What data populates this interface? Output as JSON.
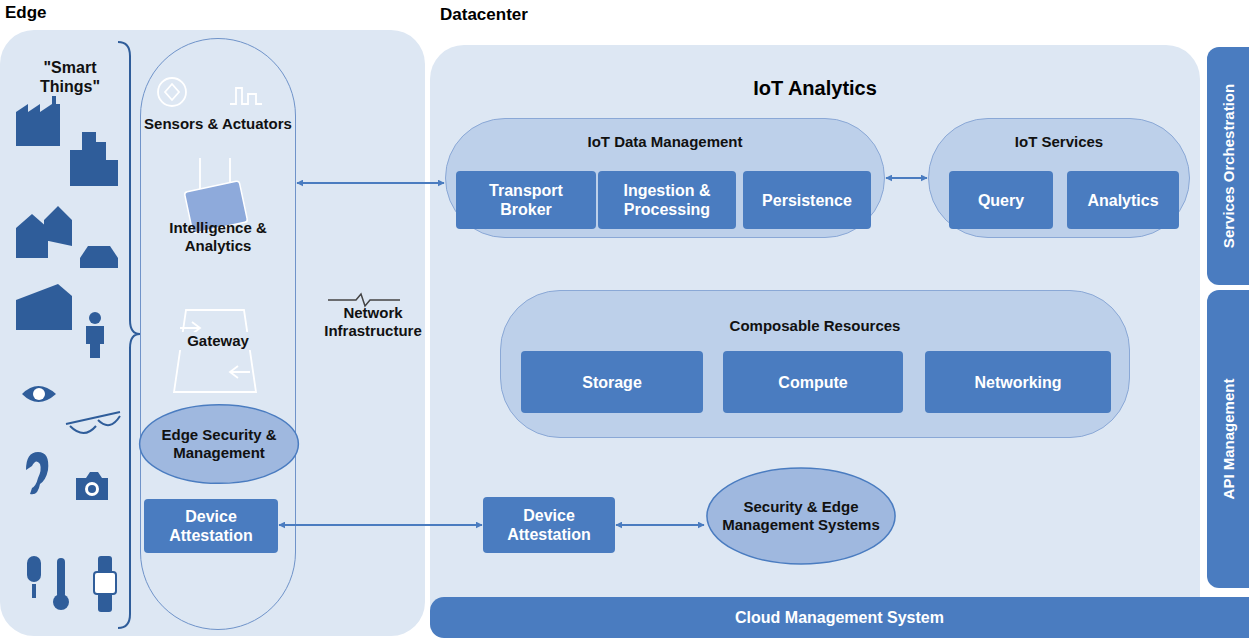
{
  "diagram": {
    "nodes": [
      {
        "text": [
          "Edge"
        ]
      },
      {
        "text": [
          "Sensors & Actuators",
          "Intelligence & Analytics",
          "Gateway"
        ],
        "in": 0
      },
      {
        "text": [
          "Edge Security & Management"
        ],
        "in": 1
      },
      {
        "text": [
          "Device Attestation"
        ],
        "in": 1
      },
      {
        "text": [
          "Datacenter",
          "IoT Analytics"
        ]
      },
      {
        "text": [
          "IoT Data Management"
        ],
        "in": 4
      },
      {
        "text": [
          "Transport Broker"
        ],
        "in": 5
      },
      {
        "text": [
          "Ingestion & Processing"
        ],
        "in": 5
      },
      {
        "text": [
          "Persistence"
        ],
        "in": 5
      },
      {
        "text": [
          "IoT Services"
        ],
        "in": 4
      },
      {
        "text": [
          "Query"
        ],
        "in": 9
      },
      {
        "text": [
          "Analytics"
        ],
        "in": 9
      },
      {
        "text": [
          "Composable Resources"
        ],
        "in": 4
      },
      {
        "text": [
          "Storage"
        ],
        "in": 12
      },
      {
        "text": [
          "Compute"
        ],
        "in": 12
      },
      {
        "text": [
          "Networking"
        ],
        "in": 12
      },
      {
        "text": [
          "Device Attestation"
        ],
        "in": 4
      },
      {
        "text": [
          "Security & Edge Management Systems"
        ],
        "in": 4
      },
      {
        "text": [
          "Services Orchestration"
        ]
      },
      {
        "text": [
          "API Management"
        ]
      },
      {
        "text": [
          "Cloud Management System"
        ]
      }
    ],
    "edges": [
      {
        "from": 1,
        "to": 5,
        "arrow": "both"
      },
      {
        "from": 5,
        "to": 9,
        "arrow": "both"
      },
      {
        "from": 3,
        "to": 16,
        "arrow": "both"
      },
      {
        "from": 16,
        "to": 17,
        "arrow": "both"
      }
    ],
    "labels": [
      "\"Smart Things\"",
      "Network Infrastructure"
    ]
  }
}
